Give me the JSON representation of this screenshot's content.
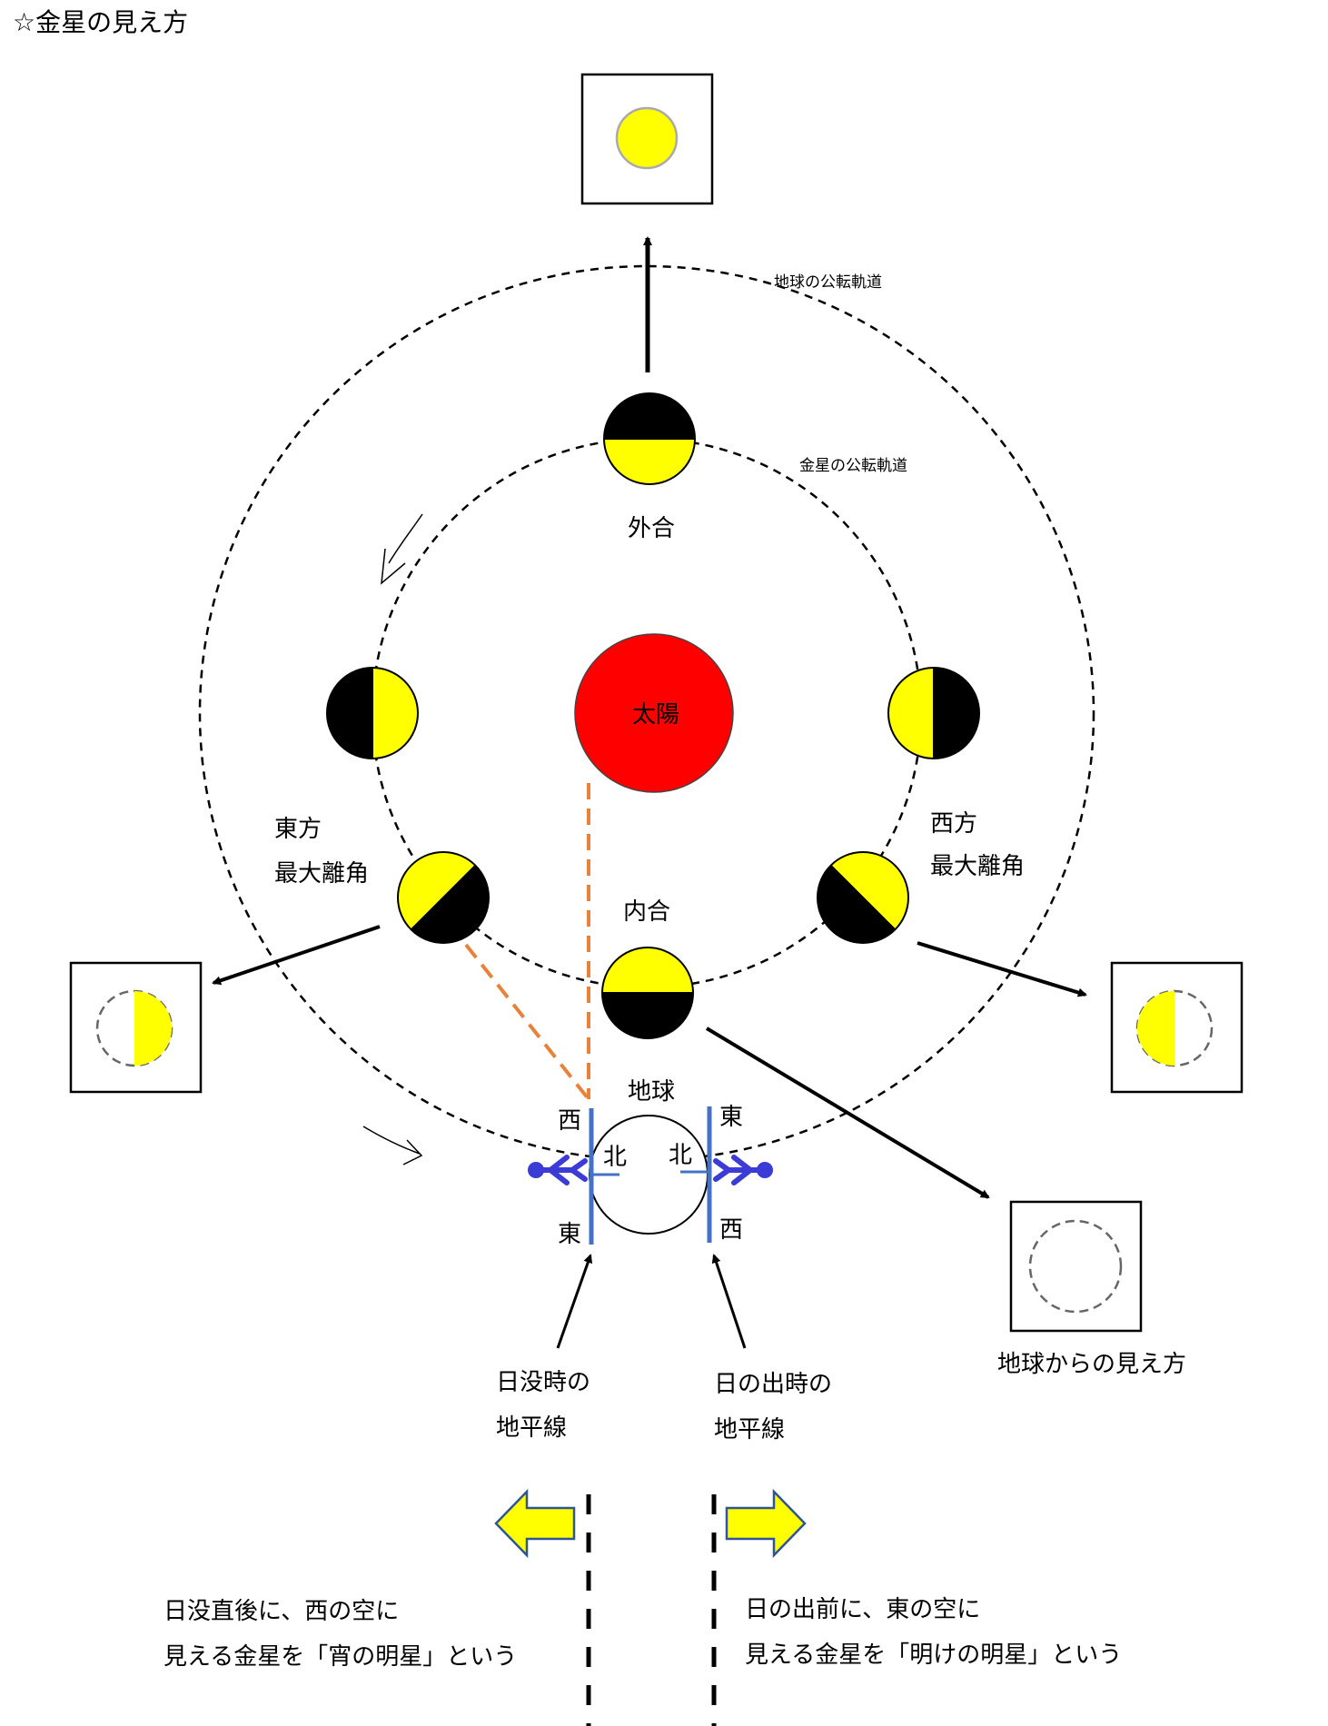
{
  "title": "☆金星の見え方",
  "labels": {
    "earth_orbit": "地球の公転軌道",
    "venus_orbit": "金星の公転軌道",
    "superior_conjunction": "外合",
    "sun": "太陽",
    "greatest_elongation_east_line1": "東方",
    "greatest_elongation_east_line2": "最大離角",
    "greatest_elongation_west_line1": "西方",
    "greatest_elongation_west_line2": "最大離角",
    "inferior_conjunction": "内合",
    "earth": "地球",
    "west_left": "西",
    "east_left": "東",
    "north_left": "北",
    "north_right": "北",
    "east_right": "東",
    "west_right": "西",
    "sunset_horizon_line1": "日没時の",
    "sunset_horizon_line2": "地平線",
    "sunrise_horizon_line1": "日の出時の",
    "sunrise_horizon_line2": "地平線",
    "view_from_earth": "地球からの見え方",
    "evening_star_line1": "日没直後に、西の空に",
    "evening_star_line2": "見える金星を「宵の明星」という",
    "morning_star_line1": "日の出前に、東の空に",
    "morning_star_line2": "見える金星を「明けの明星」という"
  },
  "colors": {
    "sun": "#ff0000",
    "venus_lit": "#ffff00",
    "venus_dark": "#000000",
    "sightline": "#e8823a",
    "horizon": "#4472c4",
    "observer": "#3b3bd6",
    "arrow_fill": "#ffff00",
    "arrow_stroke": "#2f5597"
  },
  "icons": {
    "observer_left": "person-icon",
    "observer_right": "person-icon",
    "direction_left": "arrow-left-icon",
    "direction_right": "arrow-right-icon"
  }
}
